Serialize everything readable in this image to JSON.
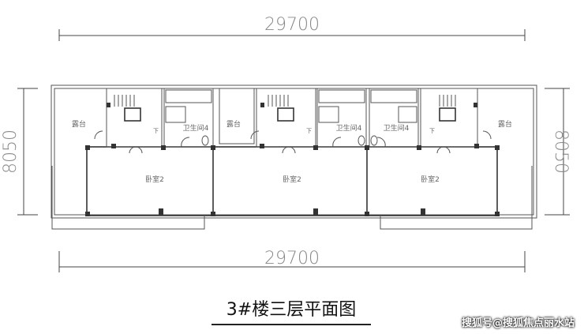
{
  "dimensions": {
    "top": "29700",
    "bottom": "29700",
    "left": "8050",
    "right": "8050"
  },
  "rooms": {
    "terrace": "露台",
    "bathroom": "卫生间4",
    "bedroom": "卧室2",
    "stair_down": "下"
  },
  "title": "3#楼三层平面图",
  "watermark": "搜狐号@搜狐焦点丽水站"
}
